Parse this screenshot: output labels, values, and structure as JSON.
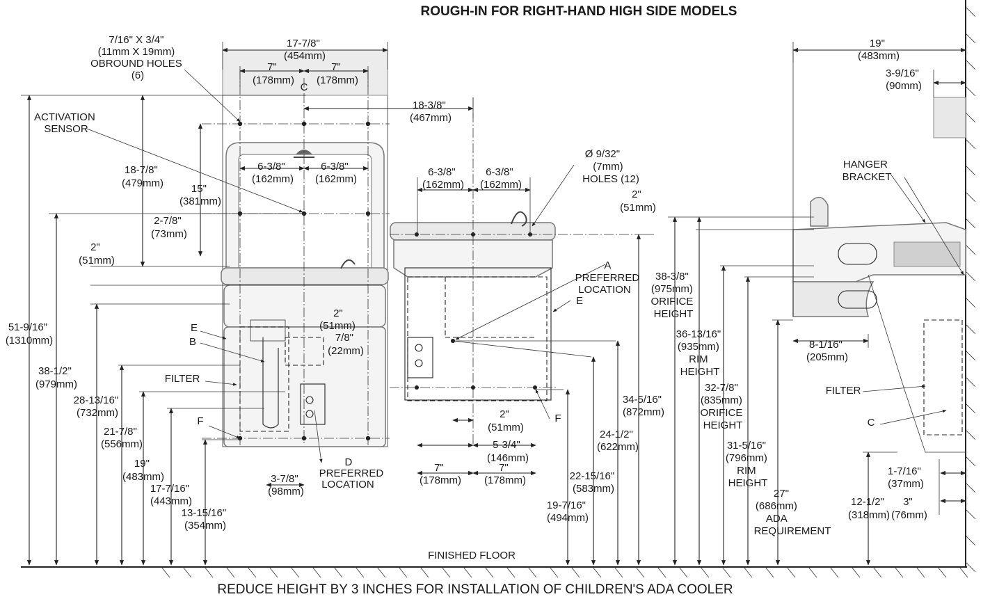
{
  "title": "ROUGH-IN FOR RIGHT-HAND HIGH SIDE MODELS",
  "footer": "REDUCE HEIGHT BY 3 INCHES FOR INSTALLATION OF CHILDREN'S ADA COOLER",
  "floor_label": "FINISHED FLOOR",
  "front_view": {
    "obround": [
      "7/16\" X 3/4\"",
      "(11mm X 19mm)",
      "OBROUND HOLES",
      "(6)"
    ],
    "activation": [
      "ACTIVATION",
      "SENSOR"
    ],
    "w_17_7_8": [
      "17-7/8\"",
      "(454mm)"
    ],
    "w_7_left": [
      "7\"",
      "(178mm)"
    ],
    "w_7_right": [
      "7\"",
      "(178mm)"
    ],
    "centerline": "C",
    "d_18_3_8": [
      "18-3/8\"",
      "(467mm)"
    ],
    "d_18_7_8": [
      "18-7/8\"",
      "(479mm)"
    ],
    "d_15": [
      "15\"",
      "(381mm)"
    ],
    "d_6_3_8_left": [
      "6-3/8\"",
      "(162mm)"
    ],
    "d_6_3_8_right": [
      "6-3/8\"",
      "(162mm)"
    ],
    "d_2_7_8": [
      "2-7/8\"",
      "(73mm)"
    ],
    "d_2": [
      "2\"",
      "(51mm)"
    ],
    "d_51_9_16": [
      "51-9/16\"",
      "(1310mm)"
    ],
    "d_38_1_2": [
      "38-1/2\"",
      "(979mm)"
    ],
    "d_28_13_16": [
      "28-13/16\"",
      "(732mm)"
    ],
    "d_21_7_8": [
      "21-7/8\"",
      "(556mm)"
    ],
    "d_19": [
      "19\"",
      "(483mm)"
    ],
    "d_17_7_16": [
      "17-7/16\"",
      "(443mm)"
    ],
    "d_13_15_16": [
      "13-15/16\"",
      "(354mm)"
    ],
    "d_2_mid": [
      "2\"",
      "(51mm)"
    ],
    "d_7_8": [
      "7/8\"",
      "(22mm)"
    ],
    "d_3_7_8": [
      "3-7/8\"",
      "(98mm)"
    ],
    "label_e": "E",
    "label_b": "B",
    "label_filter": "FILTER",
    "label_f": "F",
    "label_d": [
      "D",
      "PREFERRED",
      "LOCATION"
    ]
  },
  "center_view": {
    "d_6_3_8_left": [
      "6-3/8\"",
      "(162mm)"
    ],
    "d_6_3_8_right": [
      "6-3/8\"",
      "(162mm)"
    ],
    "holes": [
      "Ø 9/32\"",
      "(7mm)",
      "HOLES (12)"
    ],
    "d_2_top": [
      "2\"",
      "(51mm)"
    ],
    "label_a": [
      "A",
      "PREFERRED",
      "LOCATION"
    ],
    "label_e": "E",
    "label_f": "F",
    "d_2_bottom": [
      "2\"",
      "(51mm)"
    ],
    "d_5_3_4": [
      "5-3/4\"",
      "(146mm)"
    ],
    "d_7_left": [
      "7\"",
      "(178mm)"
    ],
    "d_7_right": [
      "7\"",
      "(178mm)"
    ],
    "d_34_5_16": [
      "34-5/16\"",
      "(872mm)"
    ],
    "d_24_1_2": [
      "24-1/2\"",
      "(622mm)"
    ],
    "d_22_15_16": [
      "22-15/16\"",
      "(583mm)"
    ],
    "d_19_7_16": [
      "19-7/16\"",
      "(494mm)"
    ]
  },
  "side_view": {
    "orifice_38": [
      "38-3/8\"",
      "(975mm)",
      "ORIFICE",
      "HEIGHT"
    ],
    "rim_36": [
      "36-13/16\"",
      "(935mm)",
      "RIM",
      "HEIGHT"
    ],
    "orifice_32": [
      "32-7/8\"",
      "(835mm)",
      "ORIFICE",
      "HEIGHT"
    ],
    "rim_31": [
      "31-5/16\"",
      "(796mm)",
      "RIM",
      "HEIGHT"
    ],
    "ada_27": [
      "27\"",
      "(686mm)",
      "ADA",
      "REQUIREMENT"
    ],
    "d_19": [
      "19\"",
      "(483mm)"
    ],
    "d_3_9_16": [
      "3-9/16\"",
      "(90mm)"
    ],
    "hanger": [
      "HANGER",
      "BRACKET"
    ],
    "d_8_1_16": [
      "8-1/16\"",
      "(205mm)"
    ],
    "label_filter": "FILTER",
    "label_c": "C",
    "d_1_7_16": [
      "1-7/16\"",
      "(37mm)"
    ],
    "d_12_1_2": [
      "12-1/2\"",
      "(318mm)"
    ],
    "d_3": [
      "3\"",
      "(76mm)"
    ]
  }
}
